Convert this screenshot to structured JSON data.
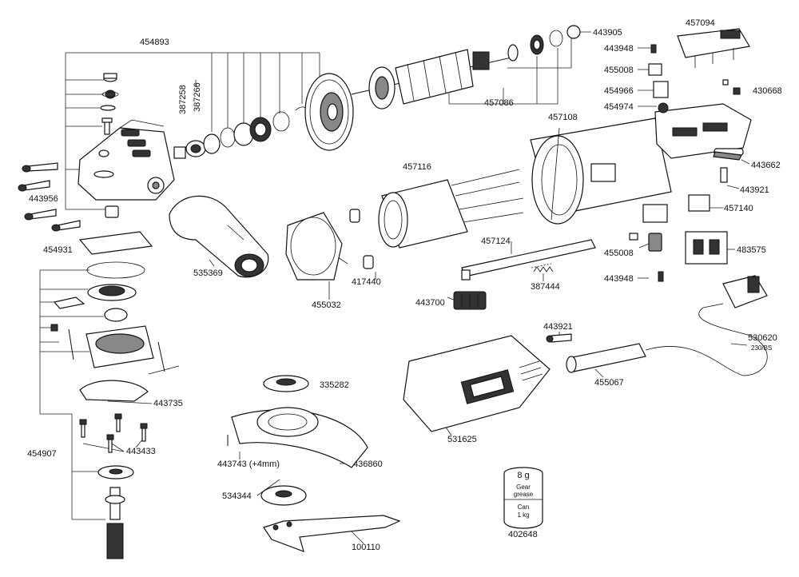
{
  "labels": {
    "l454893": "454893",
    "l387258": "387258",
    "l387266": "387266",
    "l443905": "443905",
    "l457094": "457094",
    "l443948a": "443948",
    "l455008a": "455008",
    "l454966": "454966",
    "l430668": "430668",
    "l457086": "457086",
    "l454974": "454974",
    "l457108": "457108",
    "l443662": "443662",
    "l443956": "443956",
    "l457116": "457116",
    "l443921a": "443921",
    "l457140": "457140",
    "l454931": "454931",
    "l535369": "535369",
    "l455032": "455032",
    "l417440": "417440",
    "l457124": "457124",
    "l455008b": "455008",
    "l483575": "483575",
    "l443948b": "443948",
    "l387444": "387444",
    "l443700": "443700",
    "l443921b": "443921",
    "l530620": "530620",
    "l230bs": "230/BS",
    "l443735": "443735",
    "l335282": "335282",
    "l455067": "455067",
    "l531625": "531625",
    "l443433": "443433",
    "l454907": "454907",
    "l443743": "443743 (+4mm)",
    "l436860": "436860",
    "l534344": "534344",
    "l402648": "402648",
    "l100110": "100110"
  },
  "grease_can": {
    "weight": "8 g",
    "line1": "Gear",
    "line2": "grease",
    "line3": "Can",
    "line4": "1 kg"
  }
}
